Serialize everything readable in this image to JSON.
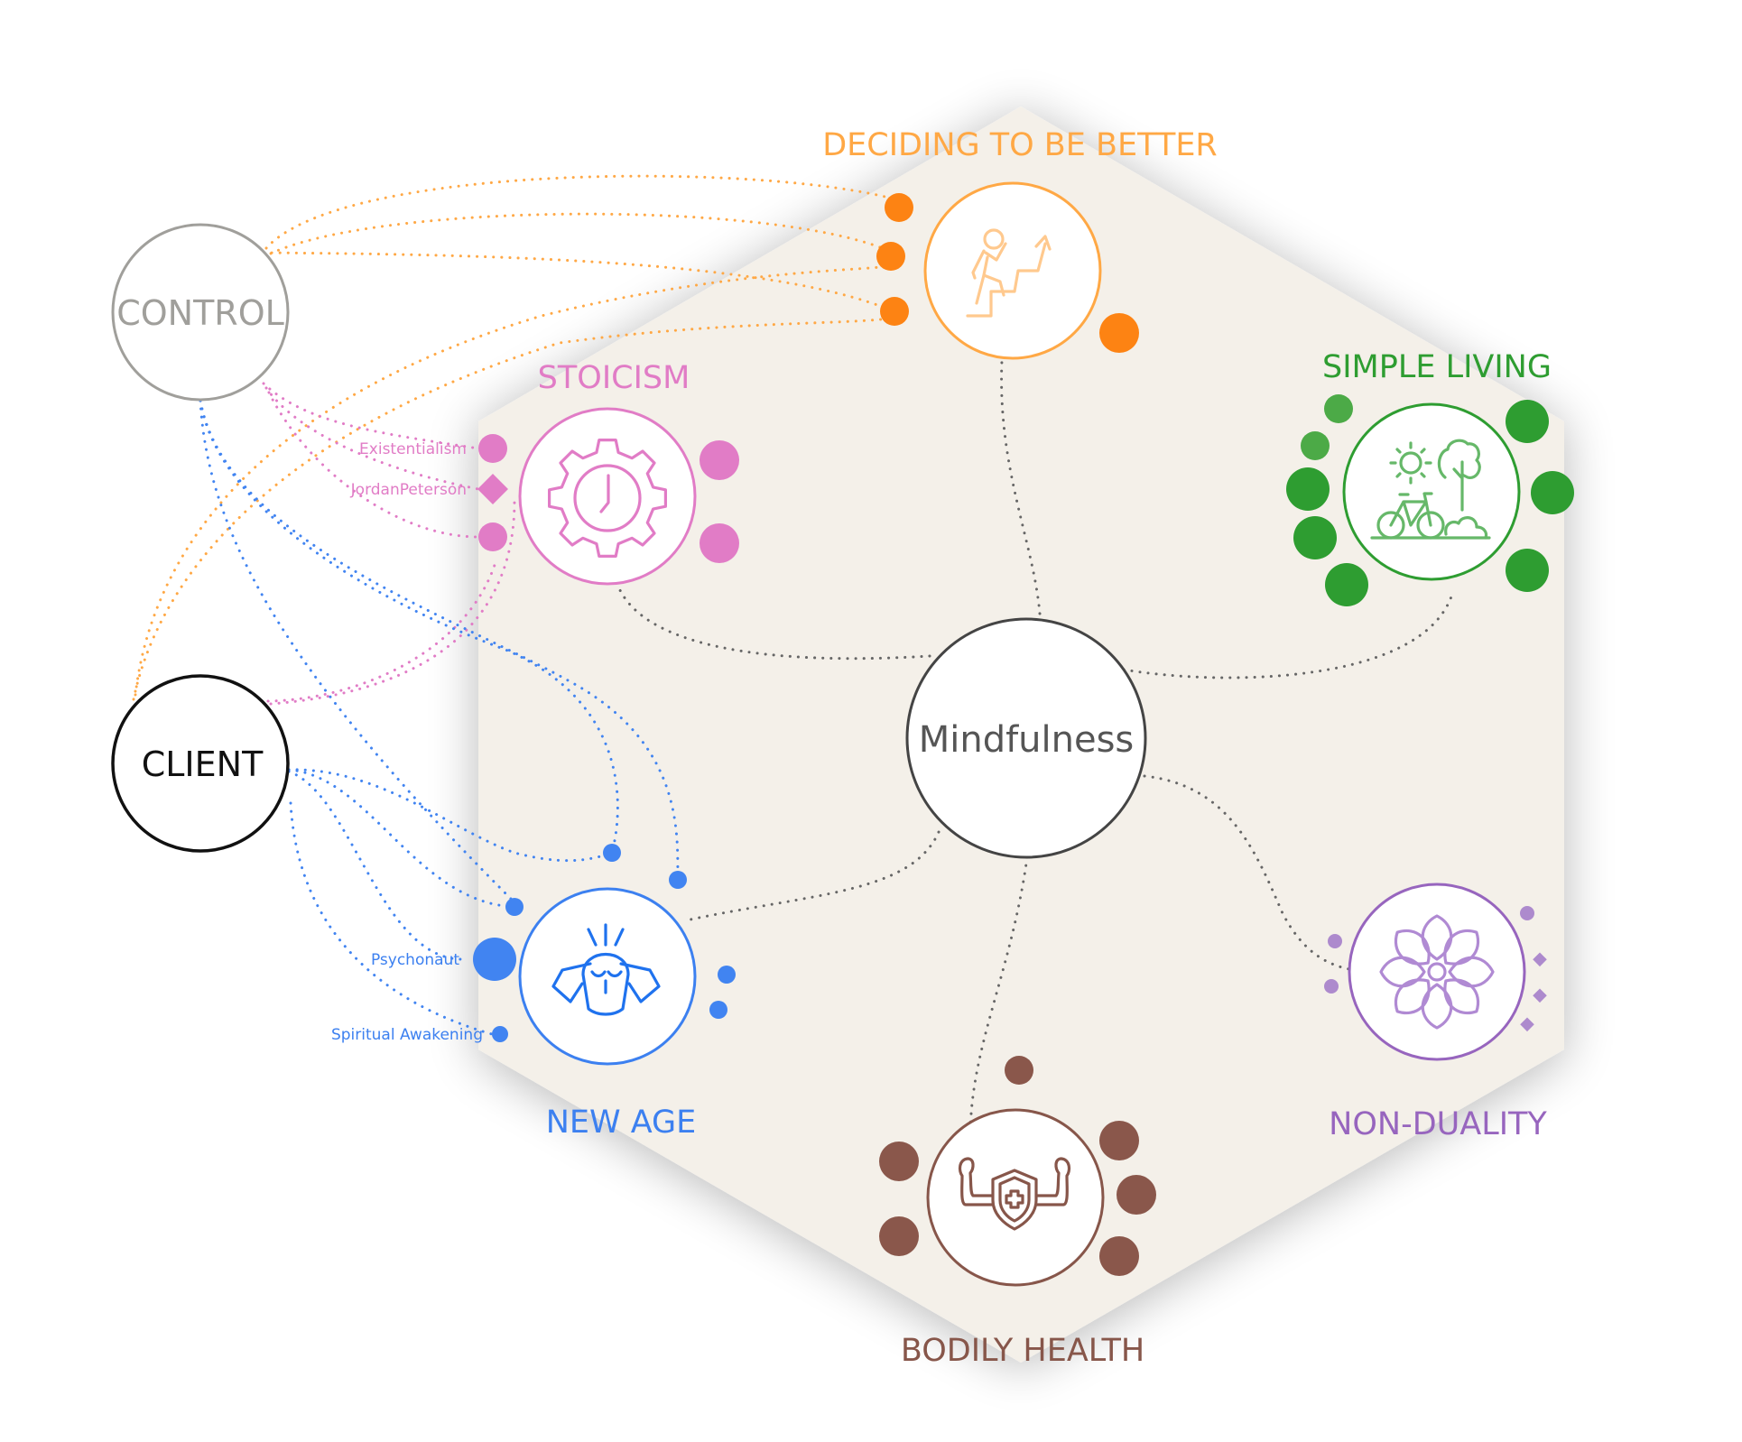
{
  "diagram": {
    "center": {
      "label": "Mindfulness",
      "color": "#444444"
    },
    "external_nodes": [
      {
        "id": "control",
        "label": "CONTROL",
        "color": "#a09f9b"
      },
      {
        "id": "client",
        "label": "CLIENT",
        "color": "#111111"
      }
    ],
    "categories": [
      {
        "id": "deciding",
        "title": "DECIDING TO BE BETTER",
        "color": "#ffa845",
        "dot_color": "#fd8313",
        "icon": "climbing-stairs-icon"
      },
      {
        "id": "stoicism",
        "title": "STOICISM",
        "color": "#e17cc6",
        "dot_color": "#e17cc6",
        "icon": "gear-clock-icon"
      },
      {
        "id": "simple",
        "title": "SIMPLE LIVING",
        "color": "#2e9d31",
        "dot_color": "#2e9d31",
        "dot_color_light": "#4caa47",
        "icon": "bicycle-tree-sun-icon"
      },
      {
        "id": "newage",
        "title": "NEW AGE",
        "color": "#3c80f0",
        "dot_color": "#4184f1",
        "icon": "meditating-head-icon"
      },
      {
        "id": "bodily",
        "title": "BODILY HEALTH",
        "color": "#87564a",
        "dot_color": "#8a574b",
        "icon": "flexing-shield-icon"
      },
      {
        "id": "nonduality",
        "title": "NON-DUALITY",
        "color": "#9765be",
        "dot_color": "#ad8acd",
        "icon": "lotus-flower-icon"
      }
    ],
    "sub_labels": {
      "existentialism": "Existentialism",
      "jordan_peterson": "JordanPeterson",
      "psychonaut": "Psychonaut",
      "spiritual_awakening": "Spiritual Awakening"
    },
    "background": {
      "hexagon_fill": "#f4f0e9"
    }
  }
}
